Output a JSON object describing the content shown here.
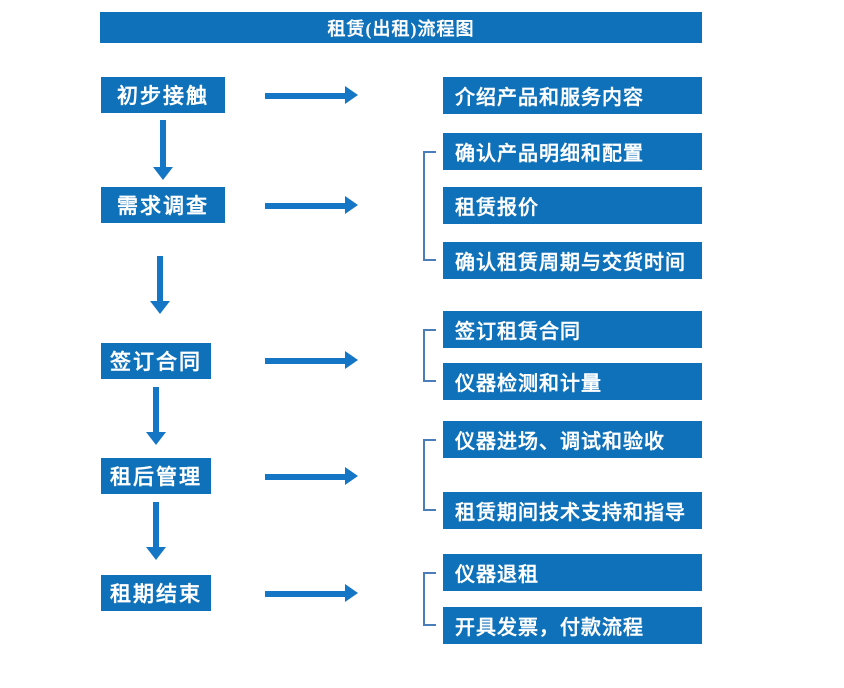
{
  "title": "租赁(出租)流程图",
  "colors": {
    "box_blue": "#0E71B9",
    "arrow_blue": "#1576C5",
    "bracket_blue": "#4A7EBB",
    "text_white": "#FFFFFF",
    "background": "#FFFFFF"
  },
  "steps": [
    {
      "label": "初步接触"
    },
    {
      "label": "需求调查"
    },
    {
      "label": "签订合同"
    },
    {
      "label": "租后管理"
    },
    {
      "label": "租期结束"
    }
  ],
  "details": [
    {
      "label": "介绍产品和服务内容"
    },
    {
      "label": "确认产品明细和配置"
    },
    {
      "label": "租赁报价"
    },
    {
      "label": "确认租赁周期与交货时间"
    },
    {
      "label": "签订租赁合同"
    },
    {
      "label": "仪器检测和计量"
    },
    {
      "label": "仪器进场、调试和验收"
    },
    {
      "label": "租赁期间技术支持和指导"
    },
    {
      "label": "仪器退租"
    },
    {
      "label": "开具发票，付款流程"
    }
  ]
}
